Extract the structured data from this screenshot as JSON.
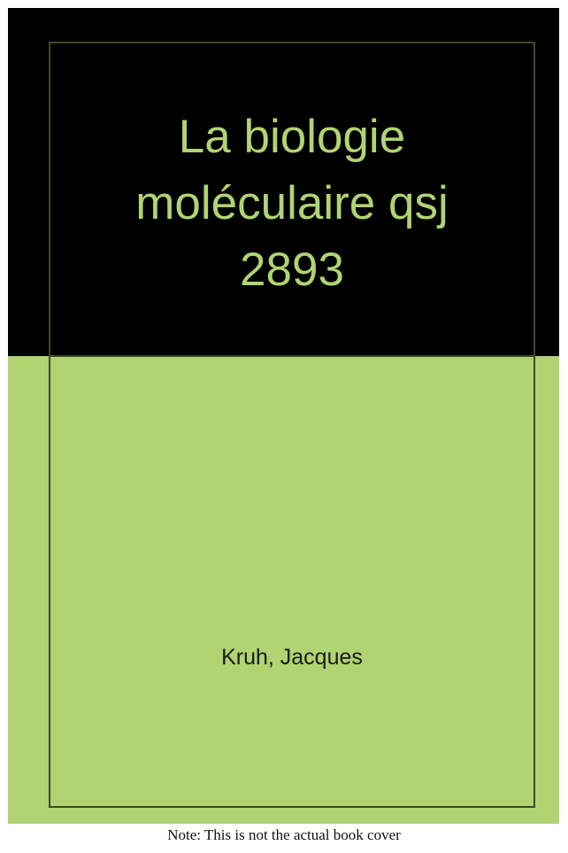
{
  "cover": {
    "title": "La biologie\nmoléculaire qsj\n2893",
    "author": "Kruh, Jacques"
  },
  "note": "Note: This is not the actual book cover",
  "colors": {
    "black": "#000000",
    "green": "#b0d472",
    "frame": "#3a4a26"
  }
}
